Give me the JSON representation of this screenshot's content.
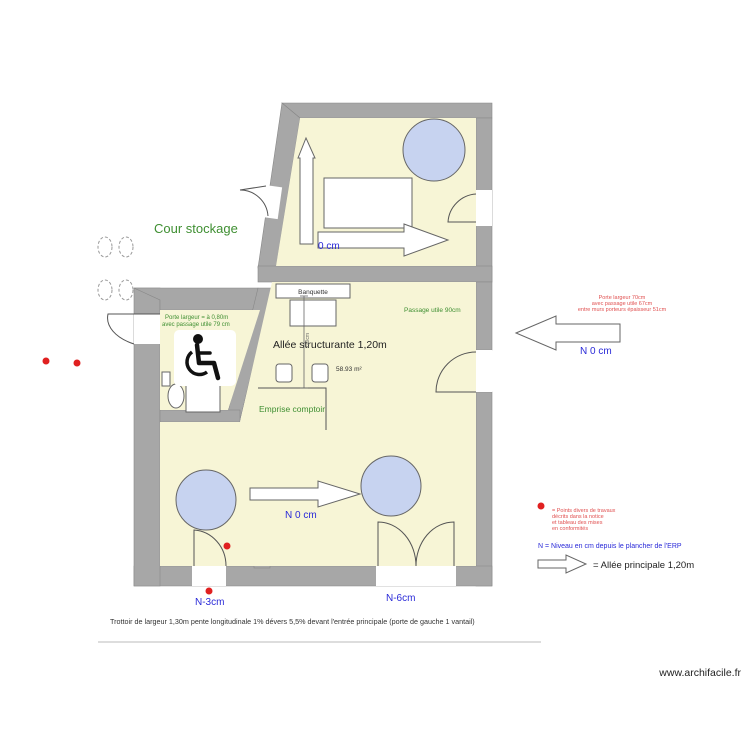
{
  "labels": {
    "cour_stockage": "Cour stockage",
    "level_upper_room": "0 cm",
    "banquette": "Banquette",
    "passage_utile": "Passage utile 90cm",
    "porte_largeur_left_l1": "Porte largeur = à 0,80m",
    "porte_largeur_left_l2": "avec passage utile 79 cm",
    "allee_structurante": "Allée structurante 1,20m",
    "allee_height_mark": "120cm",
    "surface": "58.93 m²",
    "emprise_comptoir": "Emprise comptoir",
    "level_main_room": "N 0 cm",
    "level_right_entrance": "N 0 cm",
    "level_left_door": "N-3cm",
    "level_right_door": "N-6cm",
    "porte_right_l1": "Porte largeur 70cm",
    "porte_right_l2": "avec passage utile 67cm",
    "porte_right_l3": "entre murs porteurs épaisseur 51cm",
    "footer_note": "Trottoir de largeur 1,30m pente longitudinale 1% dévers 5,5% devant l'entrée principale (porte de gauche 1 vantail)",
    "watermark": "www.archifacile.fr"
  },
  "legend": {
    "travaux_l1": "= Points divers de travaux",
    "travaux_l2": "décrits dans la notice",
    "travaux_l3": "et tableau des mises",
    "travaux_l4": "en conformités",
    "niveau": "N = Niveau en cm depuis le plancher de l'ERP",
    "allee_principale": "= Allée principale 1,20m"
  },
  "colors": {
    "wall": "#a7a7a7",
    "floor": "#f7f5d6",
    "table": "#c7d3f0",
    "green_text": "#3f8f32",
    "blue_text": "#2a2ad8",
    "red": "#e02020",
    "red_text": "#e05050"
  },
  "icons": [
    "wheelchair-icon",
    "red-point-marker",
    "direction-arrow",
    "table-round"
  ]
}
